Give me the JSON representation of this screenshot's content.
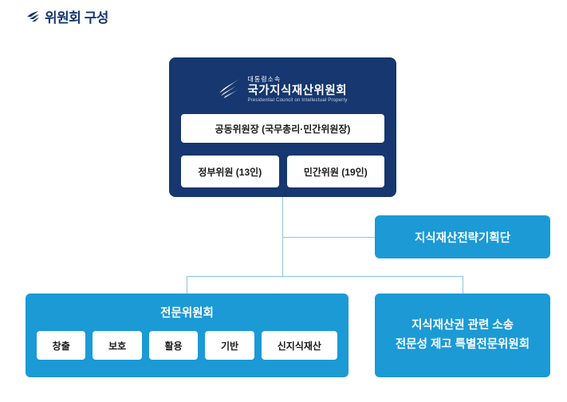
{
  "page_title": {
    "text": "위원회 구성"
  },
  "org": {
    "council": {
      "affiliation": "대통령소속",
      "name": "국가지식재산위원회",
      "name_en": "Presidential Council on Intellectual Property",
      "chair": "공동위원장 (국무총리·민간위원장)",
      "members": [
        "정부위원 (13인)",
        "민간위원 (19인)"
      ]
    },
    "strategy_office": "지식재산전략기획단",
    "expert_committee": {
      "title": "전문위원회",
      "subcommittees": [
        "창출",
        "보호",
        "활용",
        "기반",
        "신지식재산"
      ]
    },
    "special_committee": {
      "line1": "지식재산권 관련 소송",
      "line2": "전문성 제고 특별전문위원회"
    }
  },
  "colors": {
    "navy": "#16376f",
    "blue": "#1b9ad6",
    "connector": "#8cc6e6",
    "title": "#16376f",
    "box_text": "#1a1a1a"
  }
}
